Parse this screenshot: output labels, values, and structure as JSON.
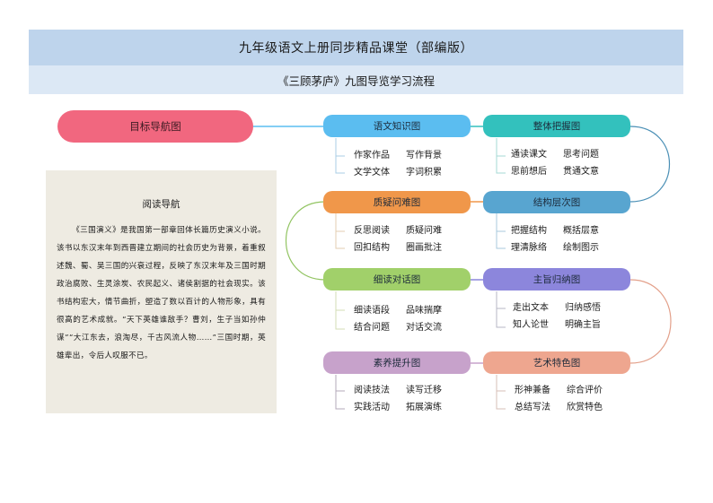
{
  "header": {
    "title": "九年级语文上册同步精品课堂（部编版）",
    "subtitle": "《三顾茅庐》九图导览学习流程"
  },
  "goal": {
    "label": "目标导航图",
    "color": "#f1677f"
  },
  "reading_guide": {
    "title": "阅读导航",
    "body": "《三国演义》是我国第一部章回体长篇历史演义小说。该书以东汉末年到西晋建立期间的社会历史为背景，着重叙述魏、蜀、吴三国的兴衰过程，反映了东汉末年及三国时期政治腐败、生灵涂炭、农民起义、诸侯割据的社会现实。该书结构宏大，情节曲折，塑造了数以百计的人物形象，具有很高的艺术成就。“天下英雄谁敌手？曹刘，生子当如孙仲谋”“大江东去，浪淘尽，千古风流人物……”三国时期，英雄辈出，令后人叹服不已。"
  },
  "nodes": [
    {
      "label": "语文知识图",
      "color": "#5bbdf0",
      "items": [
        "作家作品",
        "写作背景",
        "文学文体",
        "字词积累"
      ]
    },
    {
      "label": "整体把握图",
      "color": "#33c1bd",
      "items": [
        "通读课文",
        "思考问题",
        "思前想后",
        "贯通文意"
      ]
    },
    {
      "label": "质疑问难图",
      "color": "#f0974a",
      "items": [
        "反思阅读",
        "质疑问难",
        "回扣结构",
        "圈画批注"
      ]
    },
    {
      "label": "结构层次图",
      "color": "#58a5d0",
      "items": [
        "把握结构",
        "概括层意",
        "理清脉络",
        "绘制图示"
      ]
    },
    {
      "label": "细读对话图",
      "color": "#a1d06a",
      "items": [
        "细读语段",
        "品味揣摩",
        "结合问题",
        "对话交流"
      ]
    },
    {
      "label": "主旨归纳图",
      "color": "#8c86dc",
      "items": [
        "走出文本",
        "归纳感悟",
        "知人论世",
        "明确主旨"
      ]
    },
    {
      "label": "素养提升图",
      "color": "#c7a2cb",
      "items": [
        "阅读技法",
        "读写迁移",
        "实践活动",
        "拓展演练"
      ]
    },
    {
      "label": "艺术特色图",
      "color": "#eea68f",
      "items": [
        "形神兼备",
        "综合评价",
        "总结写法",
        "欣赏特色"
      ]
    }
  ]
}
